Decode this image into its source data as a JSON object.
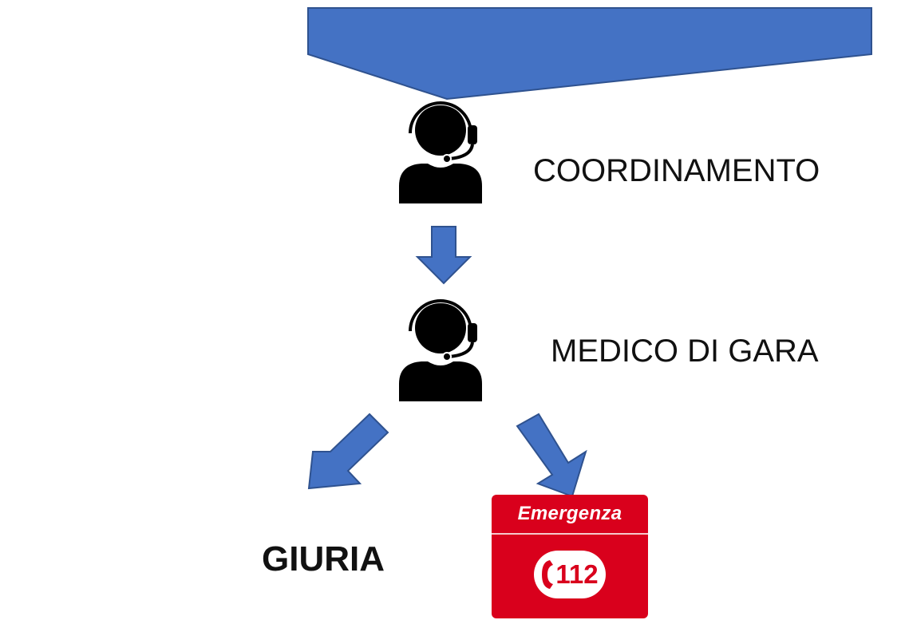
{
  "nodes": {
    "coordinamento": "COORDINAMENTO",
    "medico": "MEDICO DI GARA",
    "giuria": "GIURIA"
  },
  "emergency": {
    "title": "Emergenza",
    "number": "112"
  },
  "colors": {
    "arrow_fill": "#4472c4",
    "arrow_stroke": "#2f528f",
    "operator_icon": "#000000",
    "emergency_red": "#d9001c"
  },
  "icons": [
    "operator-headset-icon",
    "phone-handset-icon"
  ]
}
